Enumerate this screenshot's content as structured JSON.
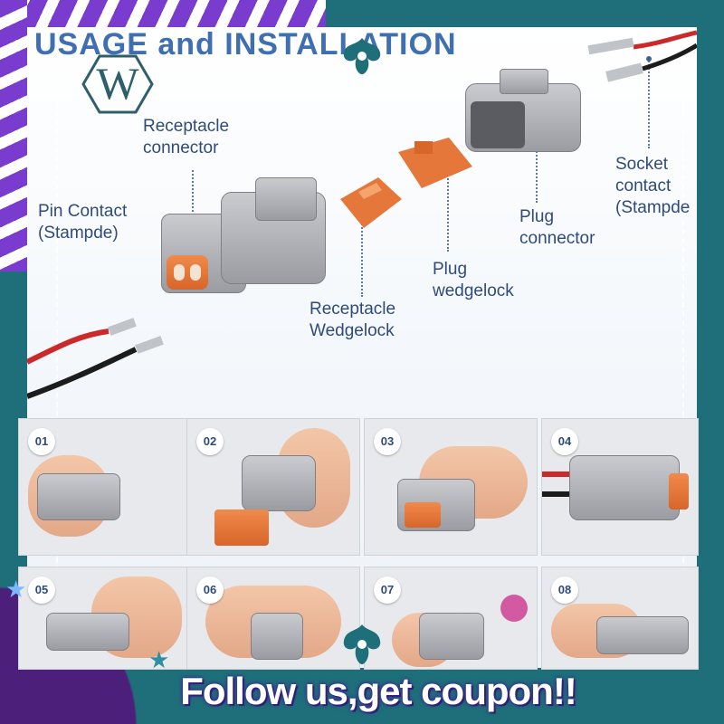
{
  "header": {
    "title": "USAGE and INSTALLATION",
    "logo_letter": "W"
  },
  "labels": {
    "receptacle_connector": "Receptacle\nconnector",
    "pin_contact": "Pin Contact\n(Stampde)",
    "receptacle_wedgelock": "Receptacle\nWedgelock",
    "plug_wedgelock": "Plug\nwedgelock",
    "plug_connector": "Plug\nconnector",
    "socket_contact": "Socket\ncontact\n(Stampde"
  },
  "steps": [
    {
      "number": "01"
    },
    {
      "number": "02"
    },
    {
      "number": "03"
    },
    {
      "number": "04"
    },
    {
      "number": "05"
    },
    {
      "number": "06"
    },
    {
      "number": "07"
    },
    {
      "number": "08"
    }
  ],
  "banner": {
    "text": "Follow us,get coupon!!"
  },
  "colors": {
    "frame": "#1f6f7a",
    "stripe": "#7a3ccf",
    "connector_grey": "#a8aaae",
    "wedgelock_orange": "#e5773a",
    "label_text": "#2f4b7a"
  }
}
